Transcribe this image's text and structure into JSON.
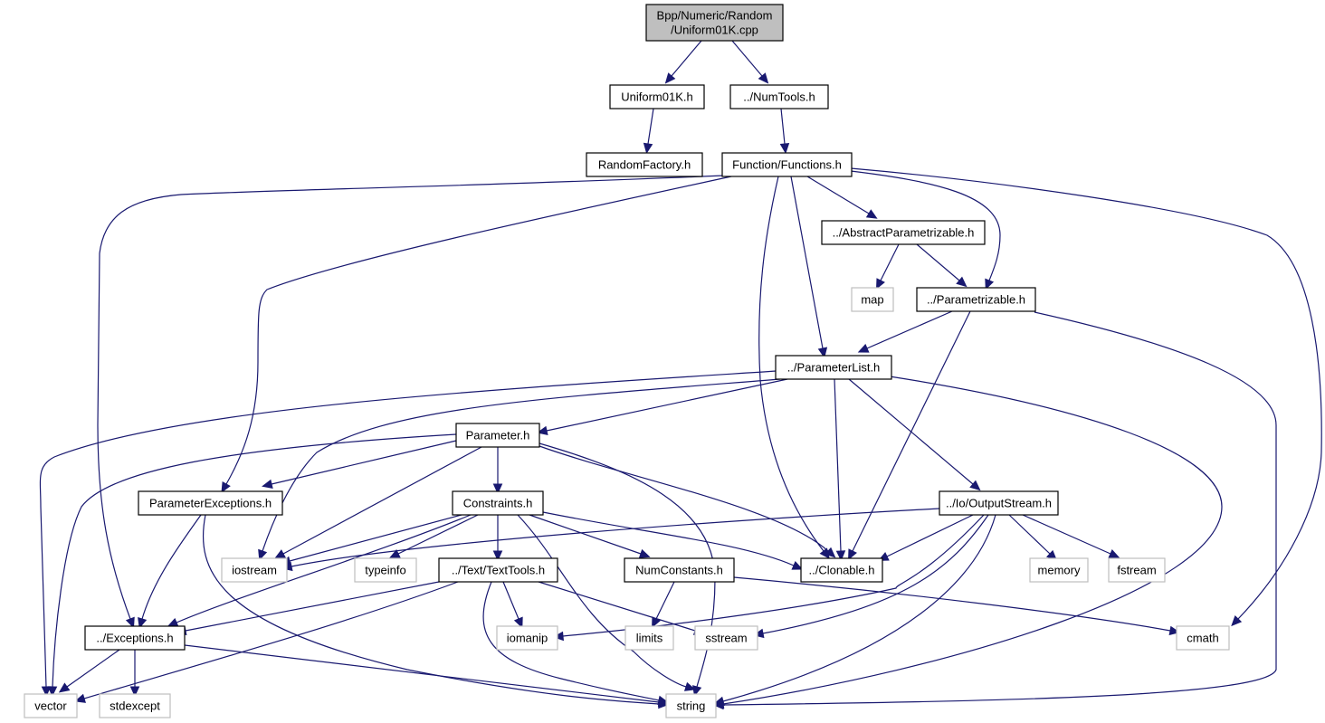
{
  "title": "Bpp/Numeric/Random/Uniform01K.cpp include dependency graph",
  "colors": {
    "edge": "#191970",
    "root_fill": "#bfbfbf",
    "local_border": "#000000",
    "system_border": "#bfbfbf",
    "system_text": "#000000"
  },
  "nodes": [
    {
      "id": "root",
      "lines": [
        "Bpp/Numeric/Random",
        "/Uniform01K.cpp"
      ],
      "kind": "root"
    },
    {
      "id": "uniform01k_h",
      "lines": [
        "Uniform01K.h"
      ],
      "kind": "local"
    },
    {
      "id": "numtools_h",
      "lines": [
        "../NumTools.h"
      ],
      "kind": "local"
    },
    {
      "id": "randomfactory_h",
      "lines": [
        "RandomFactory.h"
      ],
      "kind": "local"
    },
    {
      "id": "functions_h",
      "lines": [
        "Function/Functions.h"
      ],
      "kind": "local"
    },
    {
      "id": "abstractparametrizable_h",
      "lines": [
        "../AbstractParametrizable.h"
      ],
      "kind": "local"
    },
    {
      "id": "map",
      "lines": [
        "map"
      ],
      "kind": "system"
    },
    {
      "id": "parametrizable_h",
      "lines": [
        "../Parametrizable.h"
      ],
      "kind": "local"
    },
    {
      "id": "parameterlist_h",
      "lines": [
        "../ParameterList.h"
      ],
      "kind": "local"
    },
    {
      "id": "parameter_h",
      "lines": [
        "Parameter.h"
      ],
      "kind": "local"
    },
    {
      "id": "parameterexceptions_h",
      "lines": [
        "ParameterExceptions.h"
      ],
      "kind": "local"
    },
    {
      "id": "constraints_h",
      "lines": [
        "Constraints.h"
      ],
      "kind": "local"
    },
    {
      "id": "outputstream_h",
      "lines": [
        "../Io/OutputStream.h"
      ],
      "kind": "local"
    },
    {
      "id": "iostream",
      "lines": [
        "iostream"
      ],
      "kind": "system"
    },
    {
      "id": "typeinfo",
      "lines": [
        "typeinfo"
      ],
      "kind": "system"
    },
    {
      "id": "texttools_h",
      "lines": [
        "../Text/TextTools.h"
      ],
      "kind": "local"
    },
    {
      "id": "numconstants_h",
      "lines": [
        "NumConstants.h"
      ],
      "kind": "local"
    },
    {
      "id": "clonable_h",
      "lines": [
        "../Clonable.h"
      ],
      "kind": "local"
    },
    {
      "id": "memory",
      "lines": [
        "memory"
      ],
      "kind": "system"
    },
    {
      "id": "fstream",
      "lines": [
        "fstream"
      ],
      "kind": "system"
    },
    {
      "id": "exceptions_h",
      "lines": [
        "../Exceptions.h"
      ],
      "kind": "local"
    },
    {
      "id": "iomanip",
      "lines": [
        "iomanip"
      ],
      "kind": "system"
    },
    {
      "id": "limits",
      "lines": [
        "limits"
      ],
      "kind": "system"
    },
    {
      "id": "sstream",
      "lines": [
        "sstream"
      ],
      "kind": "system"
    },
    {
      "id": "cmath",
      "lines": [
        "cmath"
      ],
      "kind": "system"
    },
    {
      "id": "vector",
      "lines": [
        "vector"
      ],
      "kind": "system"
    },
    {
      "id": "stdexcept",
      "lines": [
        "stdexcept"
      ],
      "kind": "system"
    },
    {
      "id": "string",
      "lines": [
        "string"
      ],
      "kind": "system"
    }
  ],
  "edges": [
    [
      "root",
      "uniform01k_h"
    ],
    [
      "root",
      "numtools_h"
    ],
    [
      "uniform01k_h",
      "randomfactory_h"
    ],
    [
      "numtools_h",
      "functions_h"
    ],
    [
      "functions_h",
      "abstractparametrizable_h"
    ],
    [
      "functions_h",
      "parametrizable_h"
    ],
    [
      "functions_h",
      "parameterlist_h"
    ],
    [
      "functions_h",
      "clonable_h"
    ],
    [
      "functions_h",
      "parameterexceptions_h"
    ],
    [
      "functions_h",
      "exceptions_h"
    ],
    [
      "functions_h",
      "cmath"
    ],
    [
      "abstractparametrizable_h",
      "map"
    ],
    [
      "abstractparametrizable_h",
      "parametrizable_h"
    ],
    [
      "parametrizable_h",
      "parameterlist_h"
    ],
    [
      "parametrizable_h",
      "clonable_h"
    ],
    [
      "parametrizable_h",
      "string"
    ],
    [
      "parameterlist_h",
      "parameter_h"
    ],
    [
      "parameterlist_h",
      "clonable_h"
    ],
    [
      "parameterlist_h",
      "outputstream_h"
    ],
    [
      "parameterlist_h",
      "iostream"
    ],
    [
      "parameterlist_h",
      "vector"
    ],
    [
      "parameterlist_h",
      "string"
    ],
    [
      "parameter_h",
      "parameterexceptions_h"
    ],
    [
      "parameter_h",
      "constraints_h"
    ],
    [
      "parameter_h",
      "iostream"
    ],
    [
      "parameter_h",
      "vector"
    ],
    [
      "parameter_h",
      "string"
    ],
    [
      "parameter_h",
      "clonable_h"
    ],
    [
      "parameterexceptions_h",
      "exceptions_h"
    ],
    [
      "parameterexceptions_h",
      "string"
    ],
    [
      "constraints_h",
      "iostream"
    ],
    [
      "constraints_h",
      "typeinfo"
    ],
    [
      "constraints_h",
      "texttools_h"
    ],
    [
      "constraints_h",
      "numconstants_h"
    ],
    [
      "constraints_h",
      "clonable_h"
    ],
    [
      "constraints_h",
      "string"
    ],
    [
      "constraints_h",
      "exceptions_h"
    ],
    [
      "outputstream_h",
      "clonable_h"
    ],
    [
      "outputstream_h",
      "memory"
    ],
    [
      "outputstream_h",
      "fstream"
    ],
    [
      "outputstream_h",
      "iostream"
    ],
    [
      "outputstream_h",
      "iomanip"
    ],
    [
      "outputstream_h",
      "sstream"
    ],
    [
      "outputstream_h",
      "string"
    ],
    [
      "texttools_h",
      "exceptions_h"
    ],
    [
      "texttools_h",
      "iomanip"
    ],
    [
      "texttools_h",
      "sstream"
    ],
    [
      "texttools_h",
      "string"
    ],
    [
      "texttools_h",
      "vector"
    ],
    [
      "numconstants_h",
      "limits"
    ],
    [
      "numconstants_h",
      "cmath"
    ],
    [
      "exceptions_h",
      "vector"
    ],
    [
      "exceptions_h",
      "stdexcept"
    ],
    [
      "exceptions_h",
      "string"
    ]
  ]
}
